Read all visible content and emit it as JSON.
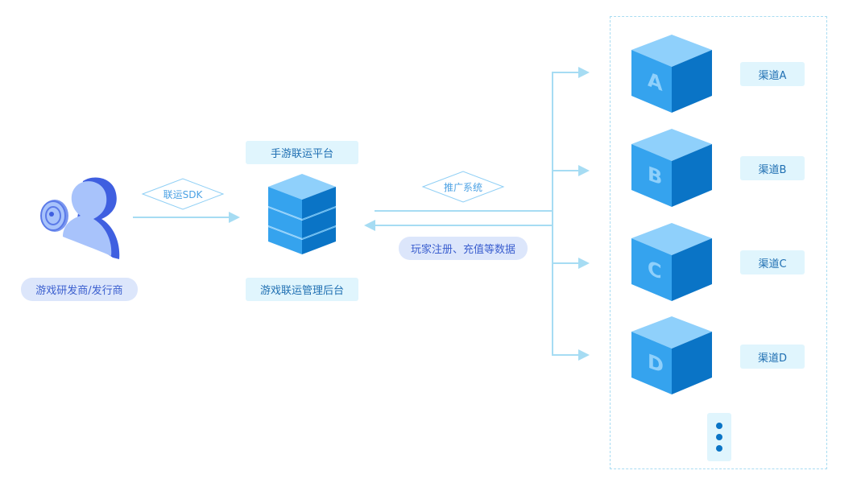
{
  "diagram": {
    "developer": {
      "label": "游戏研发商/发行商",
      "icon": "user-with-coin-icon"
    },
    "sdk_label": "联运SDK",
    "platform": {
      "top_label": "手游联运平台",
      "bottom_label": "游戏联运管理后台",
      "icon": "server-stack-icon"
    },
    "promotion_label": "推广系统",
    "feedback_label": "玩家注册、充值等数据",
    "channels": [
      {
        "letter": "A",
        "label": "渠道A"
      },
      {
        "letter": "B",
        "label": "渠道B"
      },
      {
        "letter": "C",
        "label": "渠道C"
      },
      {
        "letter": "D",
        "label": "渠道D"
      }
    ],
    "more_icon": "vertical-ellipsis-icon",
    "colors": {
      "arrow": "#a6dcf3",
      "label_bg": "#e0f5fd",
      "label_text": "#1f6fb2",
      "pill_bg": "#dce6fb",
      "pill_text": "#3b5fcf",
      "cube_top": "#8fd0fb",
      "cube_left": "#35a3ee",
      "cube_right": "#0a74c6",
      "user_light": "#a8c3fb",
      "user_dark": "#3f5fe0"
    }
  }
}
